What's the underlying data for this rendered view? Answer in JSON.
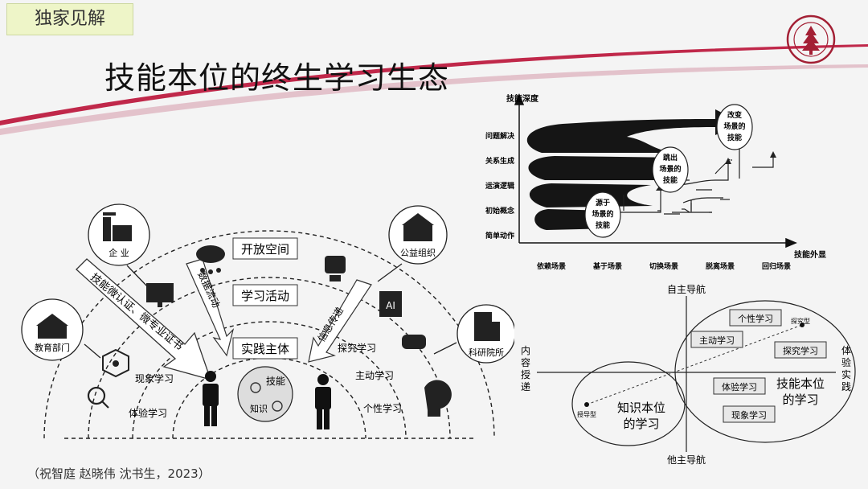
{
  "header": {
    "tag": "独家见解",
    "title": "技能本位的终生学习生态"
  },
  "left_diagram": {
    "band_labels": [
      "开放空间",
      "学习活动",
      "实践主体"
    ],
    "nodes": {
      "enterprise": "企 业",
      "education_dept": "教育部门",
      "public_org": "公益组织",
      "research_inst": "科研院所"
    },
    "arrow_labels": {
      "certificate": "技能微认证、微专业证书",
      "data_flow": "数据流动",
      "info_transfer": "信息传递"
    },
    "activities_left": [
      "现象学习",
      "体验学习"
    ],
    "activities_right": [
      "探究学习",
      "主动学习",
      "个性学习"
    ],
    "center": {
      "skill": "技能",
      "knowledge": "知识"
    },
    "ai_label": "AI"
  },
  "spiral_chart": {
    "y_axis_title": "技能深度",
    "x_axis_title": "技能外显",
    "y_levels": [
      "问题解决",
      "关系生成",
      "运演逻辑",
      "初始概念",
      "简单动作"
    ],
    "x_scenes": [
      "依赖场景",
      "基于场景",
      "切换场景",
      "脱离场景",
      "回归场景"
    ],
    "stages": [
      {
        "lines": [
          "源于",
          "场景的",
          "技能"
        ]
      },
      {
        "lines": [
          "跳出",
          "场景的",
          "技能"
        ]
      },
      {
        "lines": [
          "改变",
          "场景的",
          "技能"
        ]
      }
    ]
  },
  "quadrant_chart": {
    "axis_top": "自主导航",
    "axis_bottom": "他主导航",
    "axis_left": [
      "内",
      "容",
      "授",
      "递"
    ],
    "axis_right": [
      "体",
      "验",
      "实",
      "践"
    ],
    "ellipse_left": [
      "知识本位",
      "的学习"
    ],
    "ellipse_right": [
      "技能本位",
      "的学习"
    ],
    "point_start": "授导型",
    "point_end": "探究型",
    "boxes": [
      "个性学习",
      "主动学习",
      "探究学习",
      "体验学习",
      "现象学习"
    ]
  },
  "citation": "（祝智庭 赵晓伟 沈书生，2023）",
  "colors": {
    "accent": "#c0284a",
    "tag_bg": "#eef5c8"
  }
}
